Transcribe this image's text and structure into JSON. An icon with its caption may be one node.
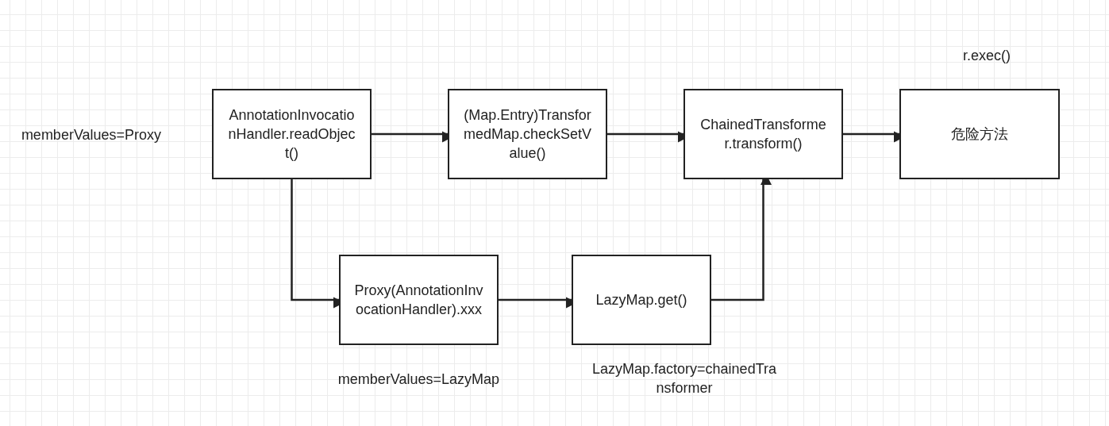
{
  "diagram": {
    "nodes": [
      {
        "text": [
          "AnnotationInvocationHandler.readObject()"
        ],
        "beside": [
          "memberValues=Proxy"
        ]
      },
      {
        "text": [
          "(Map.Entry)TransformedMap.checkSetValue()"
        ]
      },
      {
        "text": [
          "ChainedTransformer.transform()"
        ]
      },
      {
        "text": [
          "危险方法"
        ],
        "beside": [
          "r.exec()"
        ]
      },
      {
        "text": [
          "Proxy(AnnotationInvocationHandler).xxx"
        ],
        "beside": [
          "memberValues=LazyMap"
        ]
      },
      {
        "text": [
          "LazyMap.get()"
        ],
        "beside": [
          "LazyMap.factory=chainedTransformer"
        ]
      }
    ],
    "edges": [
      {
        "from": 0,
        "to": 1,
        "arrow": "to"
      },
      {
        "from": 1,
        "to": 2,
        "arrow": "to"
      },
      {
        "from": 2,
        "to": 3,
        "arrow": "to"
      },
      {
        "from": 0,
        "to": 4,
        "arrow": "to"
      },
      {
        "from": 4,
        "to": 5,
        "arrow": "to"
      },
      {
        "from": 5,
        "to": 2,
        "arrow": "to"
      }
    ]
  }
}
